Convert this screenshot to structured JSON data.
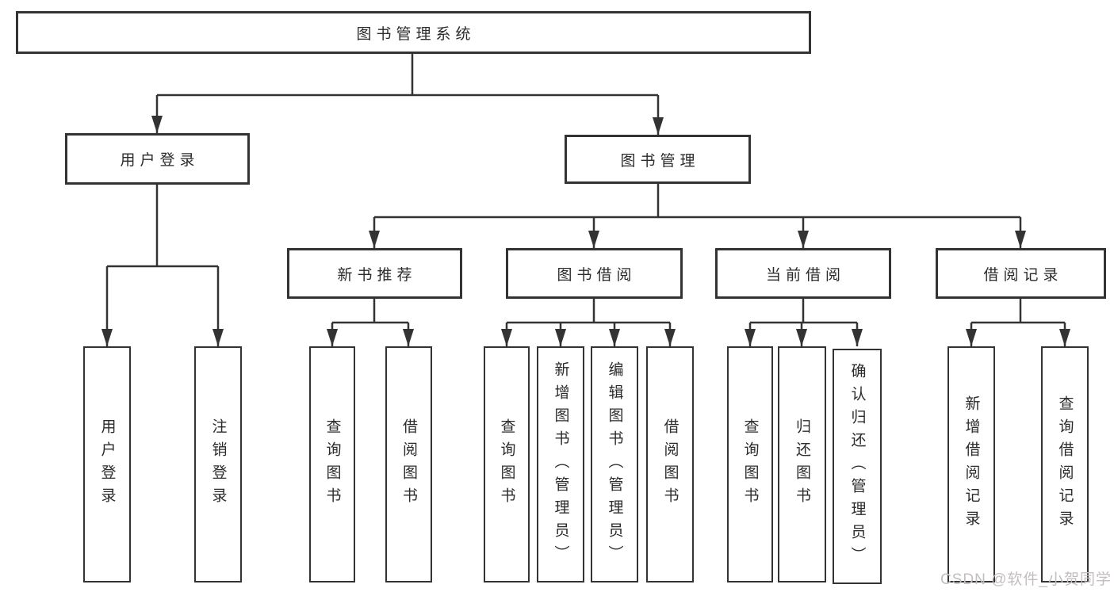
{
  "nodes": {
    "root": "图书管理系统",
    "user_login": "用户登录",
    "book_mgmt": "图书管理",
    "new_book_rec": "新书推荐",
    "book_borrow": "图书借阅",
    "current_borrow": "当前借阅",
    "borrow_records": "借阅记录",
    "leaf_user_login": "用户登录",
    "leaf_logout": "注销登录",
    "leaf_query_books_rec": "查询图书",
    "leaf_borrow_books_rec": "借阅图书",
    "leaf_query_books_borrow": "查询图书",
    "leaf_add_book_admin": "新增图书（管理员）",
    "leaf_edit_book_admin": "编辑图书（管理员）",
    "leaf_borrow_books_borrow": "借阅图书",
    "leaf_query_books_current": "查询图书",
    "leaf_return_books": "归还图书",
    "leaf_confirm_return_admin": "确认归还（管理员）",
    "leaf_add_borrow_record": "新增借阅记录",
    "leaf_query_borrow_record": "查询借阅记录"
  },
  "watermark": "CSDN @软件_小贺同学",
  "colors": {
    "line": "#333333",
    "text": "#2b2b2b",
    "watermark": "#c3bebe",
    "background": "#ffffff"
  }
}
